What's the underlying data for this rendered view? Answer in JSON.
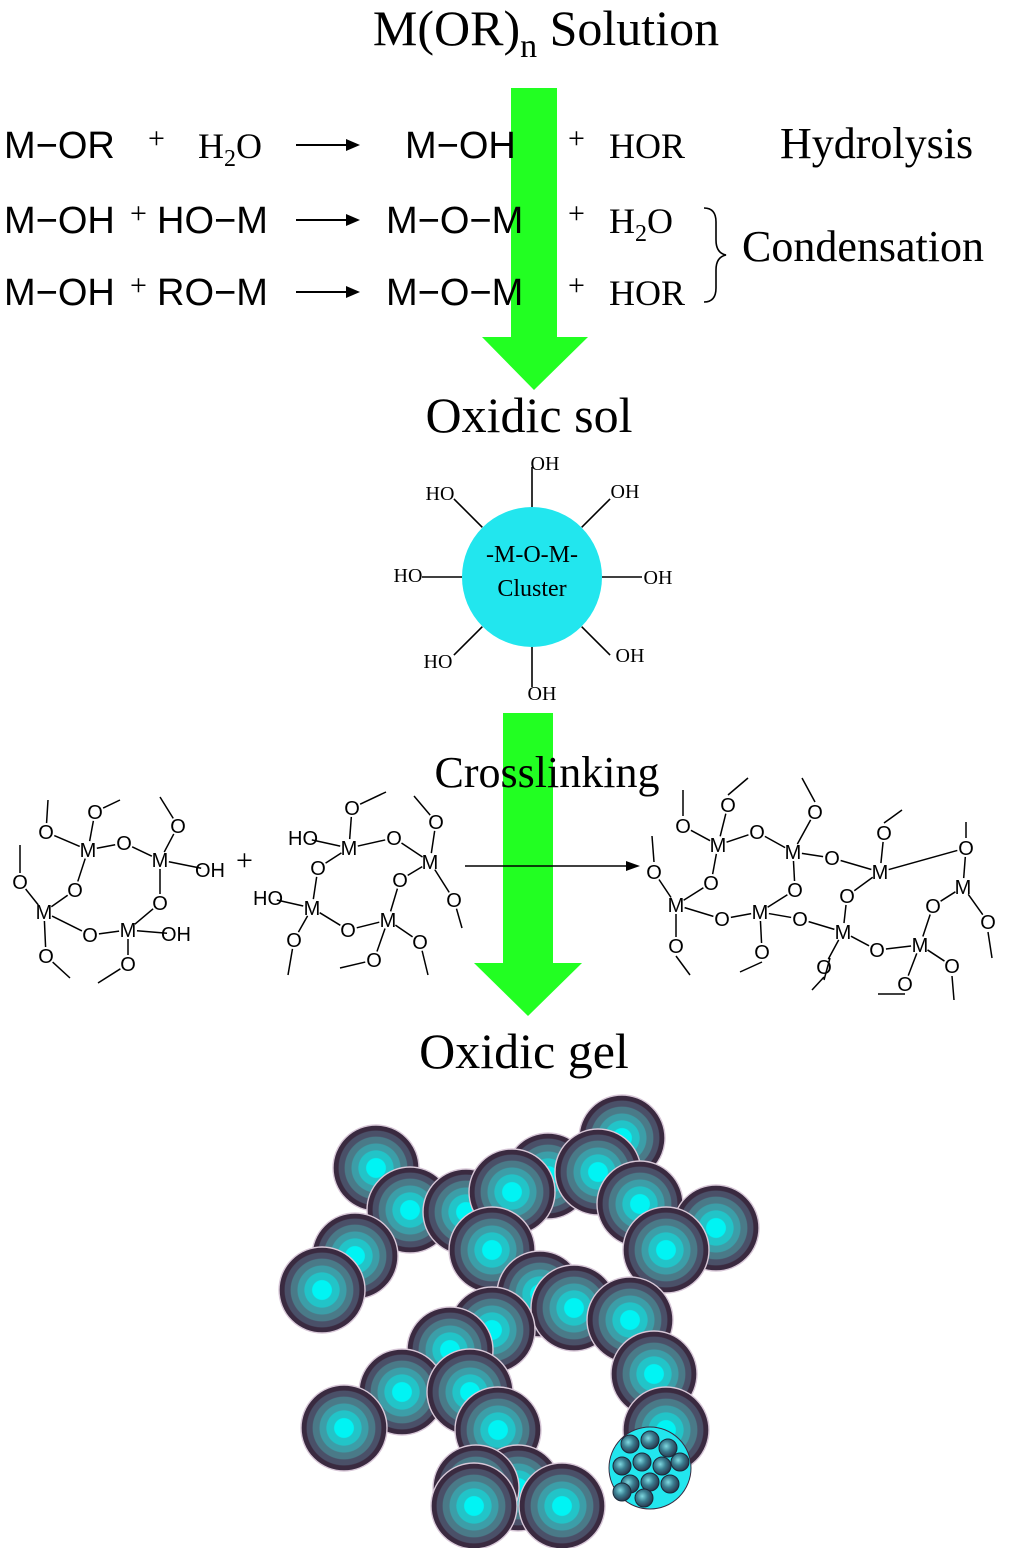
{
  "title": {
    "main": "M(OR)",
    "sub": "n",
    "rest": " Solution"
  },
  "reactions": [
    {
      "lhs": "M−OR",
      "plus1": "+",
      "reagent_main": "H",
      "reagent_sub": "2",
      "reagent_rest": "O",
      "product": "M−OH",
      "plus2": "+",
      "byproduct_main": "HOR",
      "byproduct_sub": "",
      "byproduct_rest": ""
    },
    {
      "lhs": "M−OH",
      "plus1": "+",
      "reagent_main": "HO−M",
      "reagent_sub": "",
      "reagent_rest": "",
      "product": "M−O−M",
      "plus2": "+",
      "byproduct_main": "H",
      "byproduct_sub": "2",
      "byproduct_rest": "O"
    },
    {
      "lhs": "M−OH",
      "plus1": "+",
      "reagent_main": "RO−M",
      "reagent_sub": "",
      "reagent_rest": "",
      "product": "M−O−M",
      "plus2": "+",
      "byproduct_main": "HOR",
      "byproduct_sub": "",
      "byproduct_rest": ""
    }
  ],
  "labels": {
    "hydrolysis": "Hydrolysis",
    "condensation": "Condensation"
  },
  "stages": {
    "sol": "Oxidic sol",
    "crosslinking": "Crosslinking",
    "gel": "Oxidic gel"
  },
  "cluster": {
    "line1": "-M-O-M-",
    "line2": "Cluster",
    "group": "OH",
    "group_left": "HO"
  },
  "network": {
    "metal": "M",
    "oxygen": "O",
    "hydroxyl": "OH",
    "hydroxyl_left": "HO",
    "plus": "+"
  },
  "colors": {
    "arrow": "#22ff22",
    "cluster": "#22e6ee",
    "particle_core": "#00f4f4",
    "particle_edge": "#3a2a40"
  }
}
